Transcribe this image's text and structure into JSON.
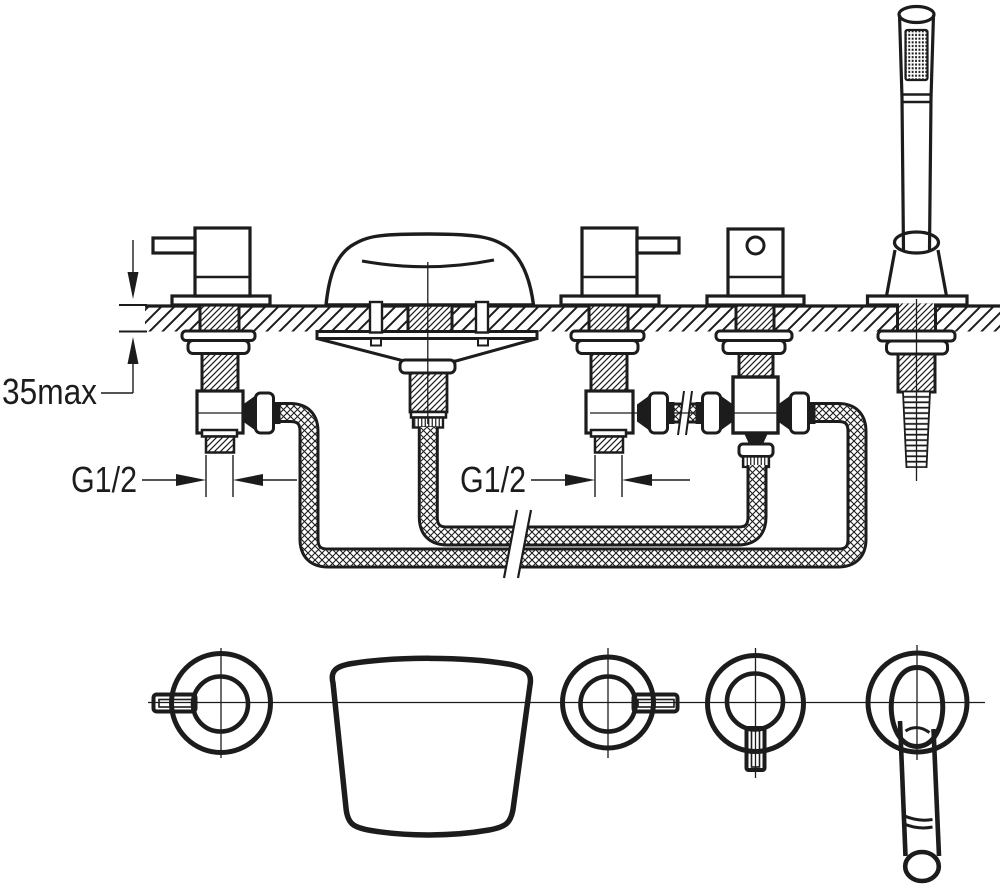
{
  "diagram": {
    "dimensions": {
      "depth_max": "35max",
      "thread_left": "G1/2",
      "thread_right": "G1/2"
    },
    "colors": {
      "line": "#1c1c1c",
      "background": "#ffffff"
    },
    "icons": {
      "deck_hatch": "diagonal-hatch",
      "braided_hose": "cross-hatch-braid",
      "shower_spray_face": "dot-grid"
    }
  }
}
